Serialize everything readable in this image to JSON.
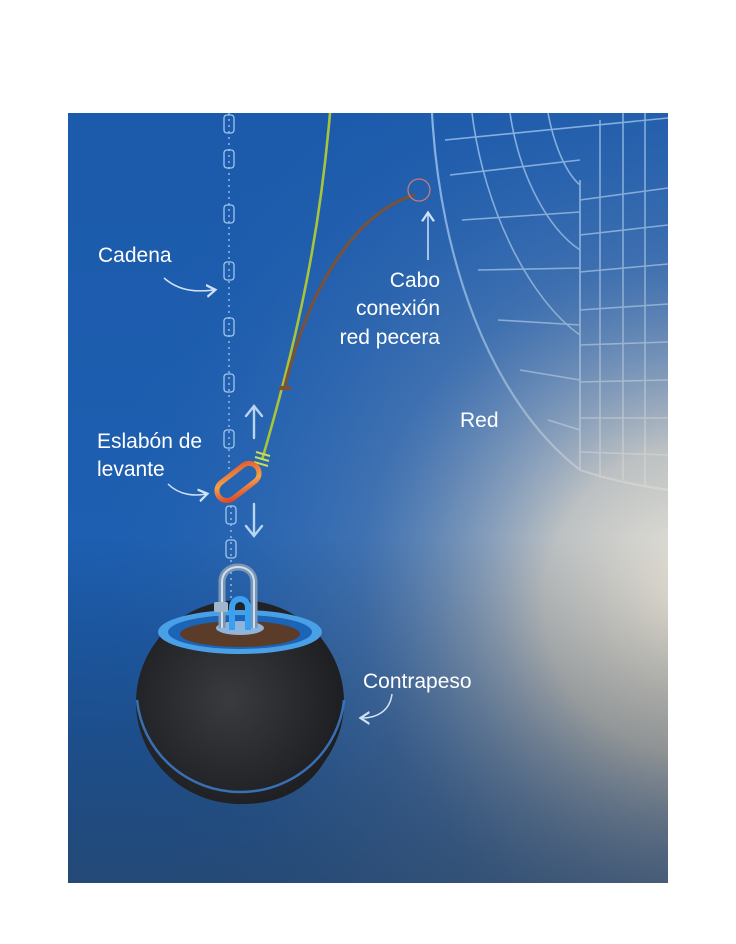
{
  "diagram": {
    "labels": {
      "cadena": "Cadena",
      "cabo_line1": "Cabo",
      "cabo_line2": "conexión",
      "cabo_line3": "red pecera",
      "red": "Red",
      "eslabon_line1": "Eslabón de",
      "eslabon_line2": "levante",
      "contrapeso": "Contrapeso"
    },
    "colors": {
      "water_blue": "#1e5fb0",
      "light_glow": "#f2ecde",
      "net_lines": "#9cc4ef",
      "chain": "#9fc6ee",
      "green_rope": "#a8c43a",
      "brown_rope": "#7a5238",
      "weight_body": "#2a2b2e",
      "weight_rim": "#4aa0e6",
      "link_orange": "#e97a3a"
    }
  }
}
